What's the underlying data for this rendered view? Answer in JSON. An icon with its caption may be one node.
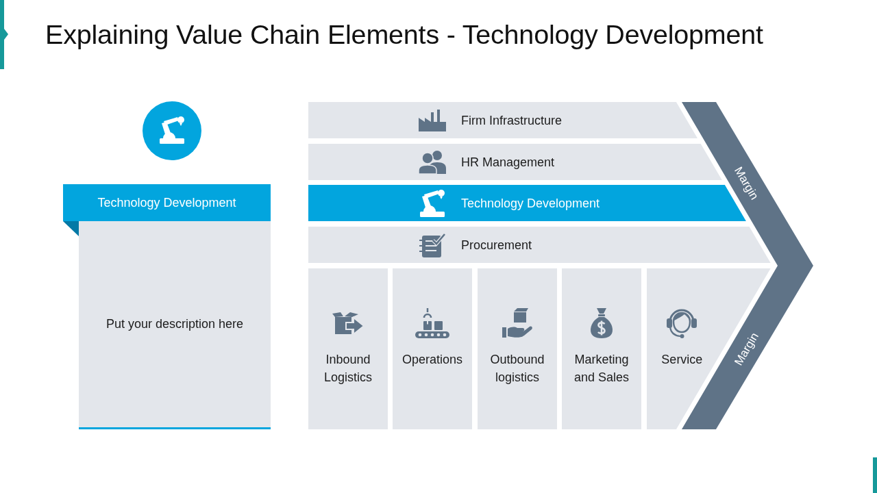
{
  "diagram": {
    "title": "Explaining Value Chain Elements - Technology Development",
    "nodes": [
      {
        "text": [
          "Technology Development",
          "Put your description here"
        ]
      },
      {
        "text": [
          "Firm Infrastructure"
        ]
      },
      {
        "text": [
          "HR Management"
        ]
      },
      {
        "text": [
          "Technology Development"
        ]
      },
      {
        "text": [
          "Procurement"
        ]
      },
      {
        "text": [
          "Inbound Logistics"
        ]
      },
      {
        "text": [
          "Operations"
        ]
      },
      {
        "text": [
          "Outbound logistics"
        ]
      },
      {
        "text": [
          "Marketing and Sales"
        ]
      },
      {
        "text": [
          "Service"
        ]
      },
      {
        "text": [
          "Margin",
          "Margin"
        ]
      }
    ]
  }
}
